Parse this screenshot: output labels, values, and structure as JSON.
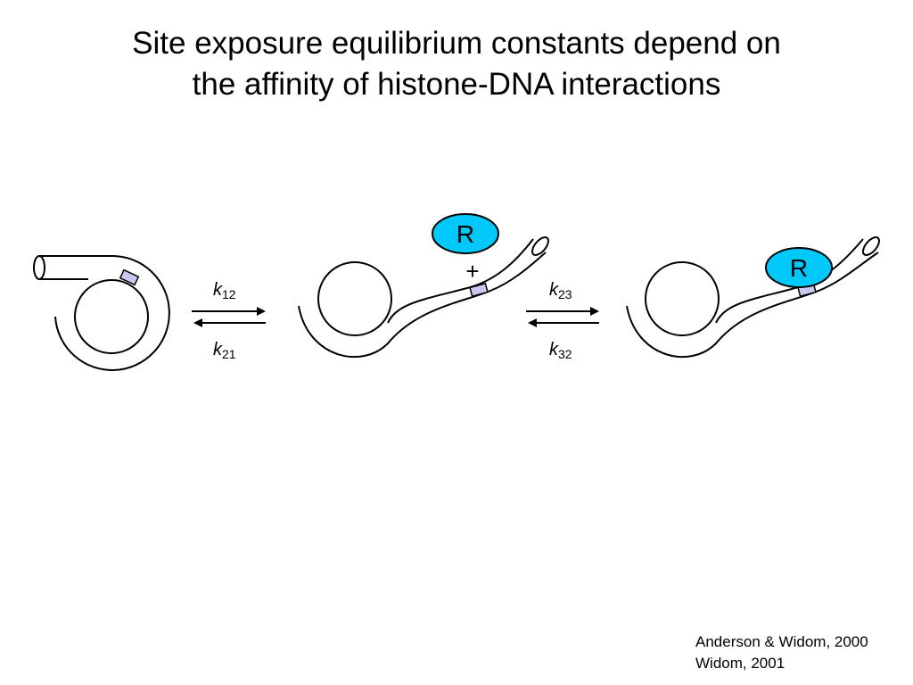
{
  "title": {
    "line1": "Site exposure equilibrium constants depend on",
    "line2": "the affinity of histone-DNA interactions"
  },
  "repressor_label": "R",
  "plus_sign": "+",
  "rate_constants": {
    "k12": {
      "symbol": "k",
      "subscript": "12"
    },
    "k21": {
      "symbol": "k",
      "subscript": "21"
    },
    "k23": {
      "symbol": "k",
      "subscript": "23"
    },
    "k32": {
      "symbol": "k",
      "subscript": "32"
    }
  },
  "references": [
    "Anderson & Widom, 2000",
    "Widom, 2001"
  ],
  "colors": {
    "repressor_fill": "#00c8f8",
    "site_fill": "#c8c8f0",
    "stroke": "#000000"
  }
}
